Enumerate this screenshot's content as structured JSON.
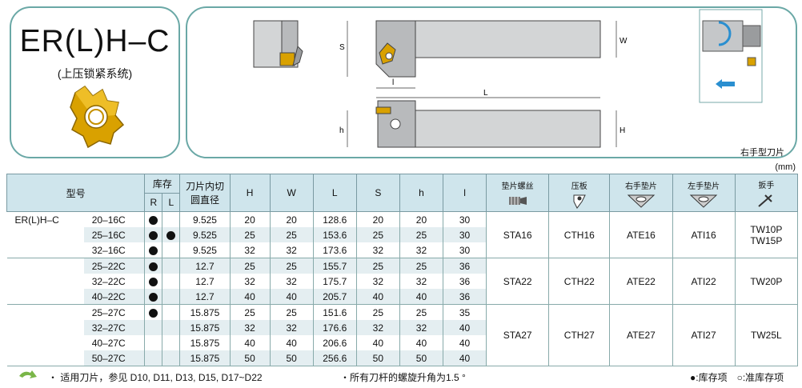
{
  "header": {
    "title": "ER(L)H–C",
    "subtitle": "(上压锁紧系统)",
    "drawing_labels": {
      "S": "S",
      "W": "W",
      "l": "l",
      "L": "L",
      "h": "h",
      "H": "H"
    },
    "right_hand_label": "右手型刀片",
    "unit": "(mm)"
  },
  "table": {
    "headers": {
      "model": "型号",
      "stock": "库存",
      "stock_r": "R",
      "stock_l": "L",
      "inner_dia_1": "刀片内切",
      "inner_dia_2": "圆直径",
      "H": "H",
      "W": "W",
      "L": "L",
      "S": "S",
      "h": "h",
      "l": "l",
      "screw": "垫片螺丝",
      "clamp": "压板",
      "right_shim": "右手垫片",
      "left_shim": "左手垫片",
      "wrench": "扳手"
    },
    "prefix": "ER(L)H–C",
    "rows": [
      {
        "code": "20–16C",
        "r": true,
        "l": false,
        "d": "9.525",
        "H": "20",
        "W": "20",
        "L": "128.6",
        "S": "20",
        "h": "20",
        "lv": "30"
      },
      {
        "code": "25–16C",
        "r": true,
        "l": true,
        "d": "9.525",
        "H": "25",
        "W": "25",
        "L": "153.6",
        "S": "25",
        "h": "25",
        "lv": "30"
      },
      {
        "code": "32–16C",
        "r": true,
        "l": false,
        "d": "9.525",
        "H": "32",
        "W": "32",
        "L": "173.6",
        "S": "32",
        "h": "32",
        "lv": "30"
      },
      {
        "code": "25–22C",
        "r": true,
        "l": false,
        "d": "12.7",
        "H": "25",
        "W": "25",
        "L": "155.7",
        "S": "25",
        "h": "25",
        "lv": "36"
      },
      {
        "code": "32–22C",
        "r": true,
        "l": false,
        "d": "12.7",
        "H": "32",
        "W": "32",
        "L": "175.7",
        "S": "32",
        "h": "32",
        "lv": "36"
      },
      {
        "code": "40–22C",
        "r": true,
        "l": false,
        "d": "12.7",
        "H": "40",
        "W": "40",
        "L": "205.7",
        "S": "40",
        "h": "40",
        "lv": "36"
      },
      {
        "code": "25–27C",
        "r": true,
        "l": false,
        "d": "15.875",
        "H": "25",
        "W": "25",
        "L": "151.6",
        "S": "25",
        "h": "25",
        "lv": "35"
      },
      {
        "code": "32–27C",
        "r": false,
        "l": false,
        "d": "15.875",
        "H": "32",
        "W": "32",
        "L": "176.6",
        "S": "32",
        "h": "32",
        "lv": "40"
      },
      {
        "code": "40–27C",
        "r": false,
        "l": false,
        "d": "15.875",
        "H": "40",
        "W": "40",
        "L": "206.6",
        "S": "40",
        "h": "40",
        "lv": "40"
      },
      {
        "code": "50–27C",
        "r": false,
        "l": false,
        "d": "15.875",
        "H": "50",
        "W": "50",
        "L": "256.6",
        "S": "50",
        "h": "50",
        "lv": "40"
      }
    ],
    "groups": [
      {
        "screw": "STA16",
        "clamp": "CTH16",
        "right": "ATE16",
        "left": "ATI16",
        "wrench1": "TW10P",
        "wrench2": "TW15P"
      },
      {
        "screw": "STA22",
        "clamp": "CTH22",
        "right": "ATE22",
        "left": "ATI22",
        "wrench1": "TW20P",
        "wrench2": ""
      },
      {
        "screw": "STA27",
        "clamp": "CTH27",
        "right": "ATE27",
        "left": "ATI27",
        "wrench1": "TW25L",
        "wrench2": ""
      }
    ]
  },
  "footer": {
    "left": "・ 适用刀片，参见 D10, D11, D13, D15, D17~D22",
    "middle": "・所有刀杆的螺旋升角为1.5 °",
    "right": "●:库存项　○:准库存项"
  }
}
